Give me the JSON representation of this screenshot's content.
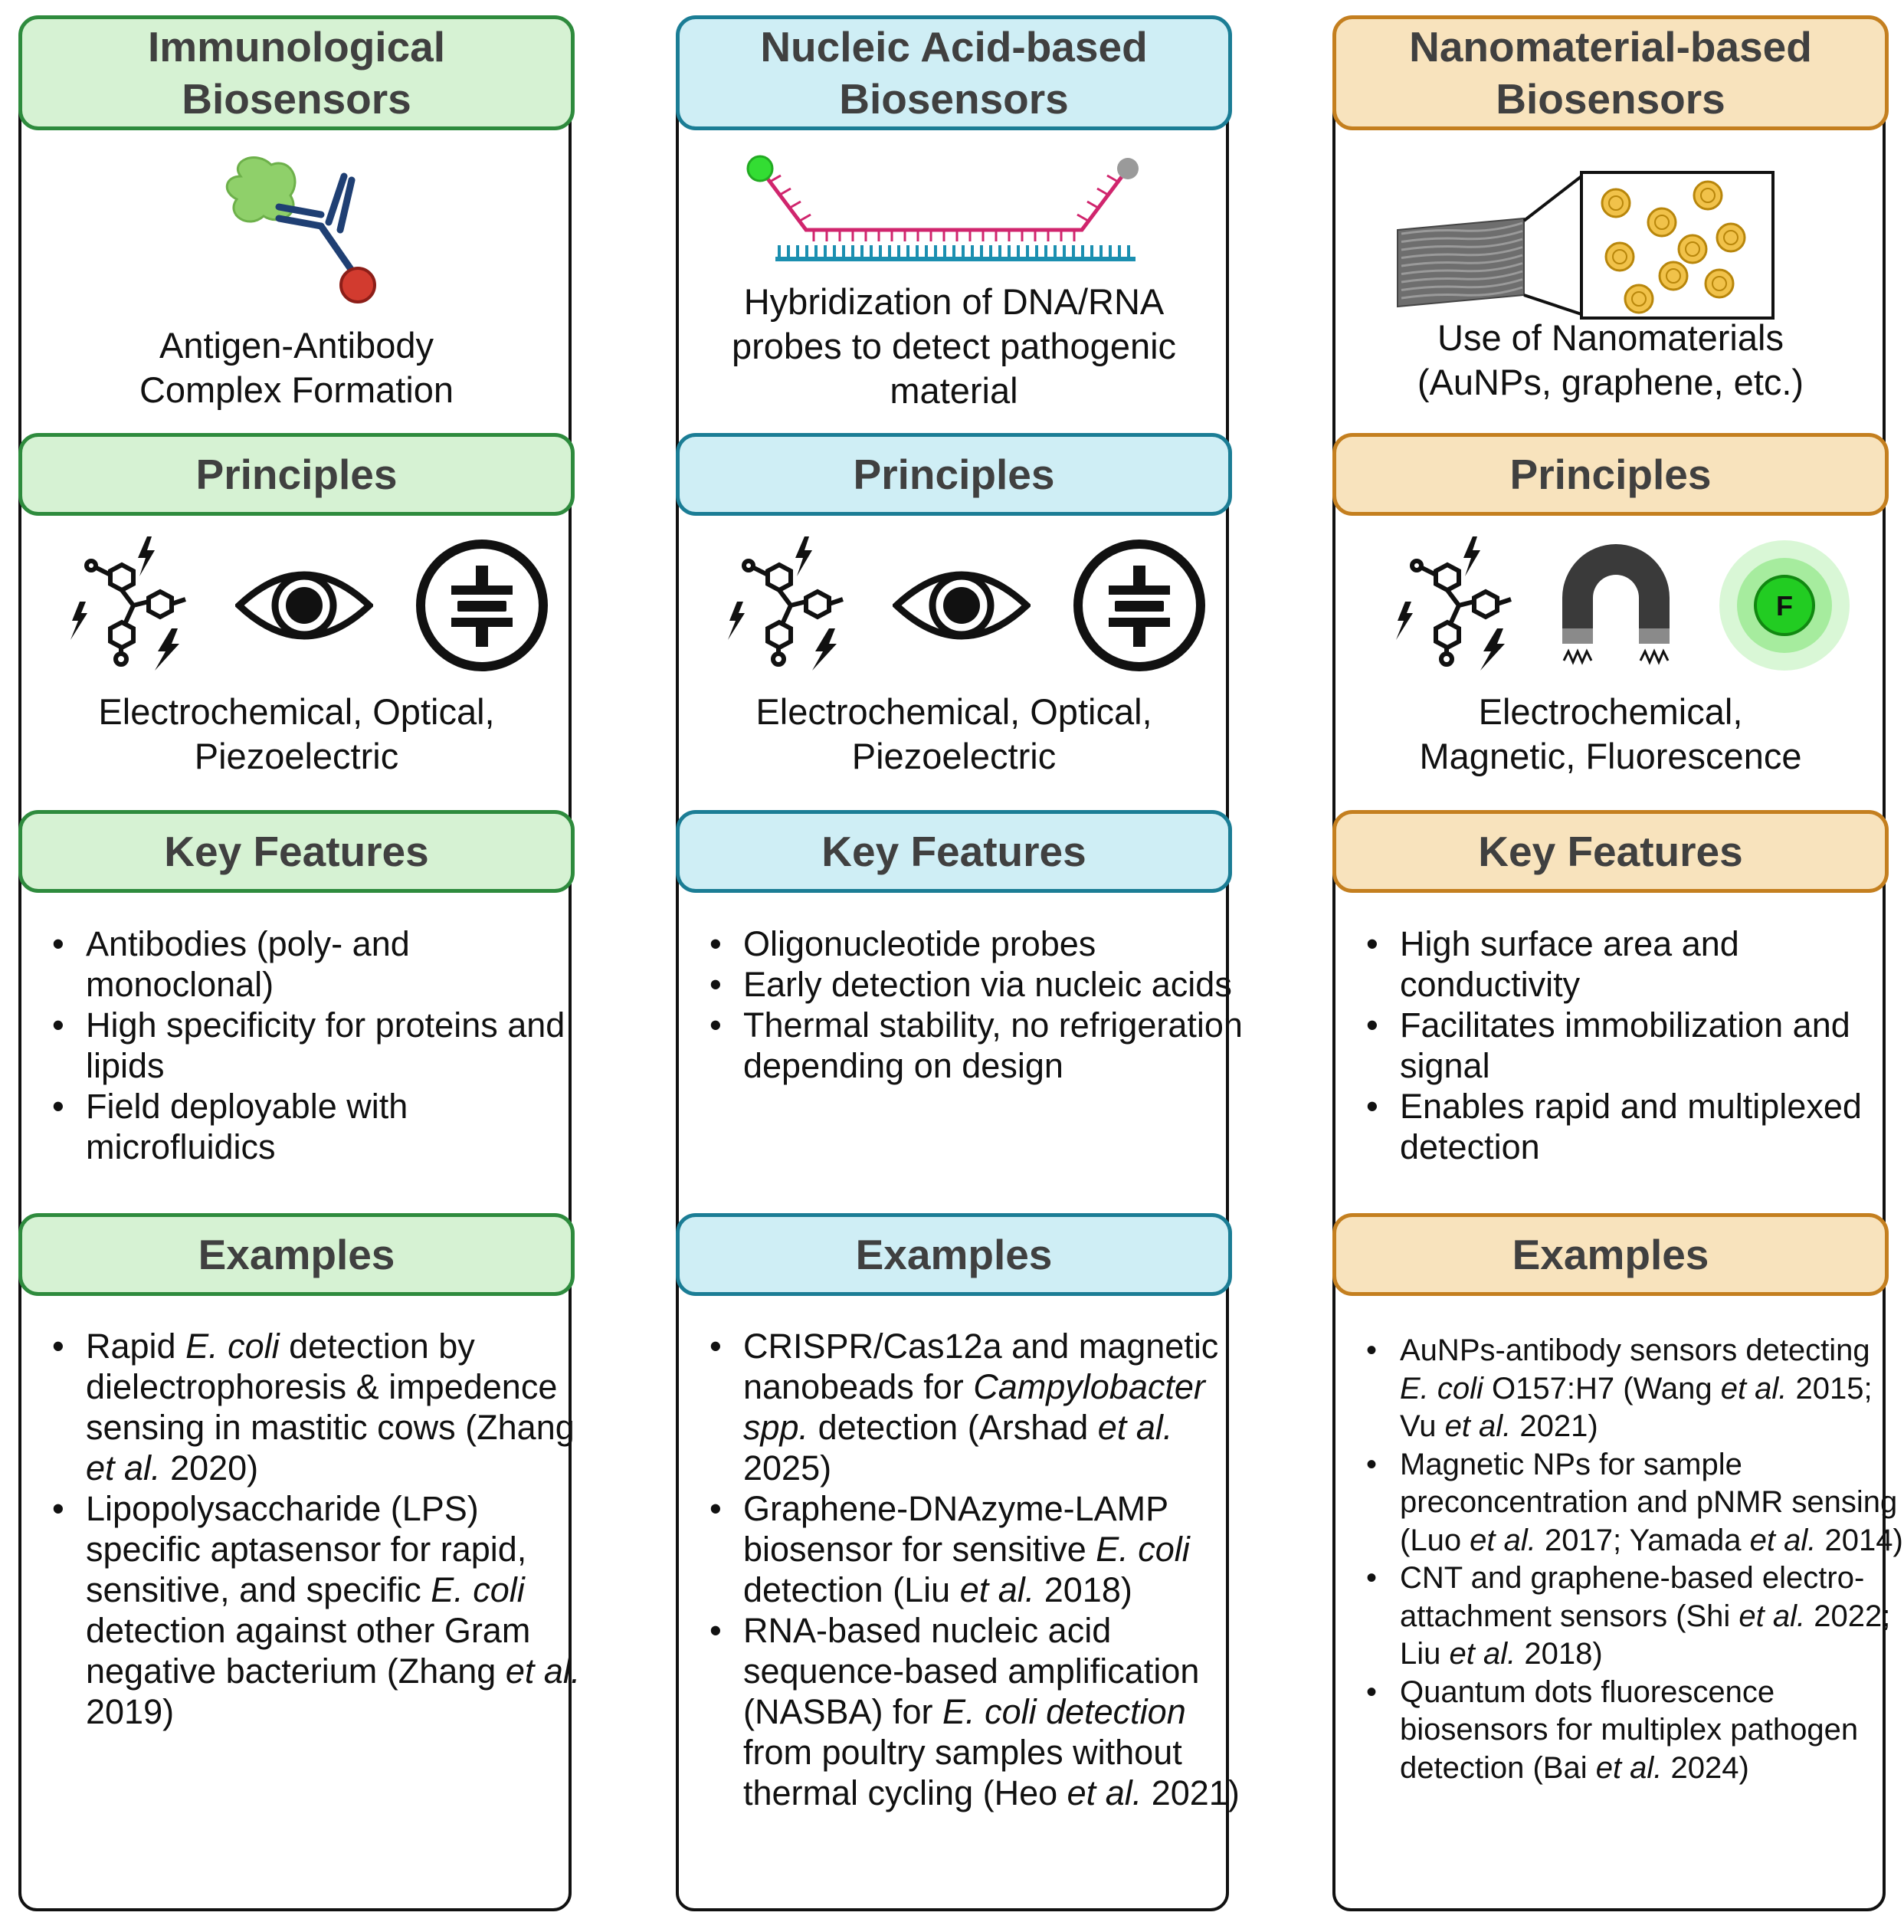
{
  "columns": [
    {
      "theme": "green",
      "title": "Immunological\nBiosensors",
      "mechanism": "Antigen-Antibody\nComplex Formation",
      "principles_label": "Principles",
      "principles": "Electrochemical, Optical,\nPiezoelectric",
      "principle_icons": [
        "molecule-lightning-icon",
        "eye-icon",
        "piezo-crystal-icon"
      ],
      "features_label": "Key Features",
      "features": [
        "Antibodies (poly- and monoclonal)",
        "High specificity for proteins and lipids",
        "Field deployable with microfluidics"
      ],
      "examples_label": "Examples",
      "examples": [
        [
          {
            "t": "Rapid "
          },
          {
            "t": "E. coli",
            "i": true
          },
          {
            "t": " detection by dielectrophoresis & impedence sensing in mastitic cows (Zhang "
          },
          {
            "t": "et al.",
            "i": true
          },
          {
            "t": " 2020)"
          }
        ],
        [
          {
            "t": "Lipopolysaccharide (LPS) specific aptasensor for rapid, sensitive, and specific "
          },
          {
            "t": "E. coli",
            "i": true
          },
          {
            "t": " detection against other Gram negative bacterium (Zhang "
          },
          {
            "t": "et al.",
            "i": true
          },
          {
            "t": " 2019)"
          }
        ]
      ]
    },
    {
      "theme": "blue",
      "title": "Nucleic Acid-based\nBiosensors",
      "mechanism": "Hybridization of DNA/RNA\nprobes to detect pathogenic\nmaterial",
      "principles_label": "Principles",
      "principles": "Electrochemical, Optical,\nPiezoelectric",
      "principle_icons": [
        "molecule-lightning-icon",
        "eye-icon",
        "piezo-crystal-icon"
      ],
      "features_label": "Key Features",
      "features": [
        "Oligonucleotide probes",
        "Early detection via nucleic acids",
        "Thermal stability, no refrigeration depending on design"
      ],
      "examples_label": "Examples",
      "examples": [
        [
          {
            "t": "CRISPR/Cas12a and magnetic nanobeads for "
          },
          {
            "t": "Campylobacter spp.",
            "i": true
          },
          {
            "t": " detection (Arshad "
          },
          {
            "t": "et al.",
            "i": true
          },
          {
            "t": " 2025)"
          }
        ],
        [
          {
            "t": "Graphene-DNAzyme-LAMP biosensor for sensitive "
          },
          {
            "t": "E. coli",
            "i": true
          },
          {
            "t": " detection (Liu "
          },
          {
            "t": "et al.",
            "i": true
          },
          {
            "t": " 2018)"
          }
        ],
        [
          {
            "t": "RNA-based nucleic acid sequence-based amplification (NASBA) for "
          },
          {
            "t": "E. coli detection",
            "i": true
          },
          {
            "t": " from poultry samples without thermal cycling (Heo "
          },
          {
            "t": "et al.",
            "i": true
          },
          {
            "t": " 2021)"
          }
        ]
      ]
    },
    {
      "theme": "orange",
      "title": "Nanomaterial-based\nBiosensors",
      "mechanism": "Use of Nanomaterials\n(AuNPs, graphene, etc.)",
      "principles_label": "Principles",
      "principles": "Electrochemical,\nMagnetic, Fluorescence",
      "principle_icons": [
        "molecule-lightning-icon",
        "magnet-icon",
        "fluorescence-icon"
      ],
      "fluor_letter": "F",
      "features_label": "Key Features",
      "features": [
        "High surface area and conductivity",
        "Facilitates immobilization and signal",
        "Enables rapid and multiplexed detection"
      ],
      "examples_label": "Examples",
      "examples": [
        [
          {
            "t": "AuNPs-antibody sensors detecting "
          },
          {
            "t": "E. coli",
            "i": true
          },
          {
            "t": " O157:H7 (Wang "
          },
          {
            "t": "et al.",
            "i": true
          },
          {
            "t": " 2015; Vu "
          },
          {
            "t": "et al.",
            "i": true
          },
          {
            "t": " 2021)"
          }
        ],
        [
          {
            "t": "Magnetic NPs for sample preconcentration and pNMR sensing (Luo "
          },
          {
            "t": "et al.",
            "i": true
          },
          {
            "t": " 2017; Yamada "
          },
          {
            "t": "et al.",
            "i": true
          },
          {
            "t": " 2014)"
          }
        ],
        [
          {
            "t": "CNT and graphene-based electro-attachment sensors (Shi "
          },
          {
            "t": "et al.",
            "i": true
          },
          {
            "t": " 2022; Liu "
          },
          {
            "t": "et al.",
            "i": true
          },
          {
            "t": " 2018)"
          }
        ],
        [
          {
            "t": "Quantum dots fluorescence biosensors for multiplex pathogen detection (Bai "
          },
          {
            "t": "et al.",
            "i": true
          },
          {
            "t": " 2024)"
          }
        ]
      ]
    }
  ]
}
